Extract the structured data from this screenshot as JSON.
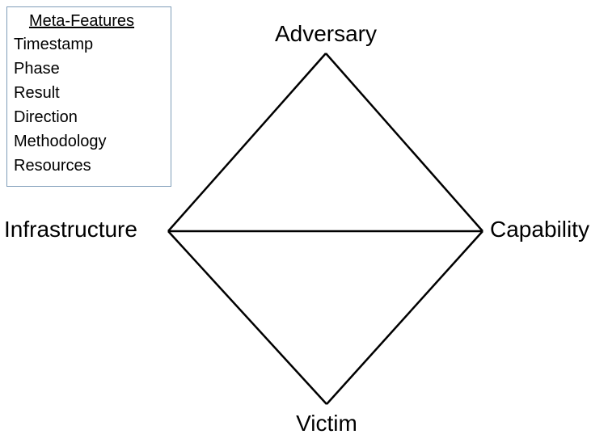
{
  "meta_features": {
    "title": "Meta-Features",
    "items": [
      "Timestamp",
      "Phase",
      "Result",
      "Direction",
      "Methodology",
      "Resources"
    ]
  },
  "nodes": {
    "top": "Adversary",
    "left": "Infrastructure",
    "right": "Capability",
    "bottom": "Victim"
  },
  "colors": {
    "edge": "#000000",
    "box_border": "#7f9db9",
    "text": "#000000",
    "background": "#ffffff"
  }
}
